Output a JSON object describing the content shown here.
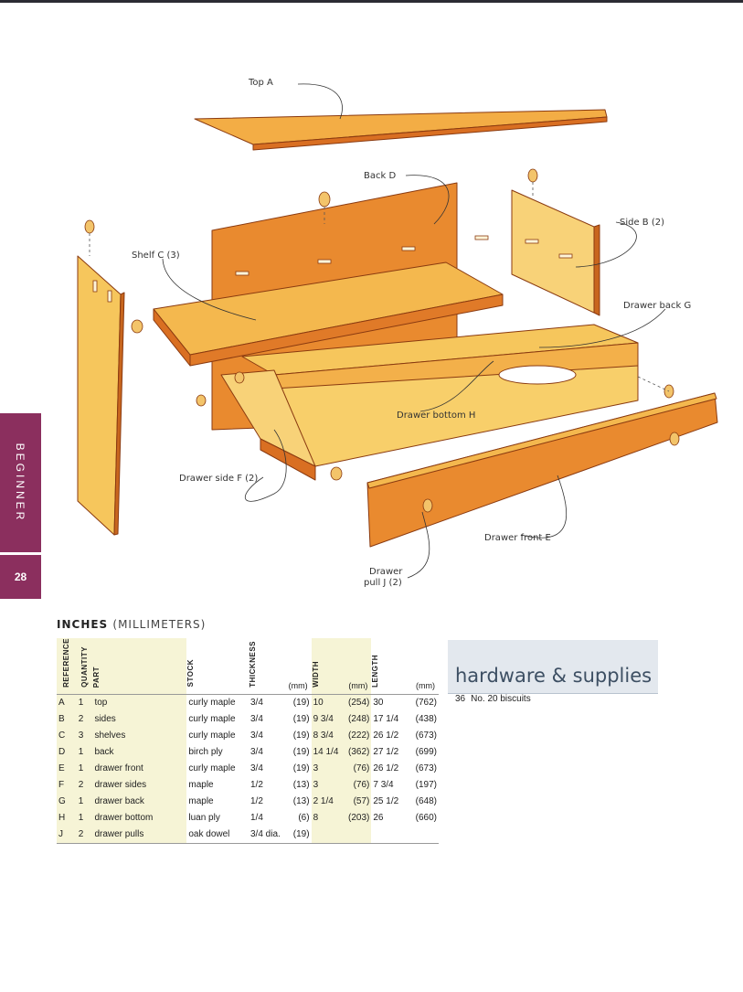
{
  "page": {
    "section_tab": "BEGINNER",
    "page_number": "28"
  },
  "diagram": {
    "labels": {
      "top": "Top A",
      "back": "Back D",
      "side": "Side B (2)",
      "shelf": "Shelf C (3)",
      "drawer_back": "Drawer back G",
      "drawer_bottom": "Drawer bottom H",
      "drawer_side": "Drawer side F (2)",
      "drawer_front": "Drawer front E",
      "drawer_pull_1": "Drawer",
      "drawer_pull_2": "pull J (2)"
    },
    "colors": {
      "panel_light": "#f7c85c",
      "panel_mid": "#f0a23a",
      "panel_dark": "#e07a28",
      "edge": "#8a3a10"
    }
  },
  "cutlist": {
    "heading_bold": "INCHES",
    "heading_light": "(MILLIMETERS)",
    "columns": {
      "reference": "REFERENCE",
      "quantity": "QUANTITY",
      "part": "PART",
      "stock": "STOCK",
      "thickness": "THICKNESS",
      "width": "WIDTH",
      "length": "LENGTH",
      "mm": "(mm)"
    },
    "rows": [
      {
        "ref": "A",
        "qty": "1",
        "part": "top",
        "stock": "curly maple",
        "thk": "3/4",
        "thk_mm": "(19)",
        "wid": "10",
        "wid_mm": "(254)",
        "len": "30",
        "len_mm": "(762)"
      },
      {
        "ref": "B",
        "qty": "2",
        "part": "sides",
        "stock": "curly maple",
        "thk": "3/4",
        "thk_mm": "(19)",
        "wid": "9 3/4",
        "wid_mm": "(248)",
        "len": "17 1/4",
        "len_mm": "(438)"
      },
      {
        "ref": "C",
        "qty": "3",
        "part": "shelves",
        "stock": "curly maple",
        "thk": "3/4",
        "thk_mm": "(19)",
        "wid": "8 3/4",
        "wid_mm": "(222)",
        "len": "26 1/2",
        "len_mm": "(673)"
      },
      {
        "ref": "D",
        "qty": "1",
        "part": "back",
        "stock": "birch ply",
        "thk": "3/4",
        "thk_mm": "(19)",
        "wid": "14 1/4",
        "wid_mm": "(362)",
        "len": "27 1/2",
        "len_mm": "(699)"
      },
      {
        "ref": "E",
        "qty": "1",
        "part": "drawer front",
        "stock": "curly maple",
        "thk": "3/4",
        "thk_mm": "(19)",
        "wid": "3",
        "wid_mm": "(76)",
        "len": "26 1/2",
        "len_mm": "(673)"
      },
      {
        "ref": "F",
        "qty": "2",
        "part": "drawer sides",
        "stock": "maple",
        "thk": "1/2",
        "thk_mm": "(13)",
        "wid": "3",
        "wid_mm": "(76)",
        "len": "7 3/4",
        "len_mm": "(197)"
      },
      {
        "ref": "G",
        "qty": "1",
        "part": "drawer back",
        "stock": "maple",
        "thk": "1/2",
        "thk_mm": "(13)",
        "wid": "2 1/4",
        "wid_mm": "(57)",
        "len": "25 1/2",
        "len_mm": "(648)"
      },
      {
        "ref": "H",
        "qty": "1",
        "part": "drawer bottom",
        "stock": "luan ply",
        "thk": "1/4",
        "thk_mm": "(6)",
        "wid": "8",
        "wid_mm": "(203)",
        "len": "26",
        "len_mm": "(660)"
      },
      {
        "ref": "J",
        "qty": "2",
        "part": "drawer pulls",
        "stock": "oak dowel",
        "thk": "3/4 dia.",
        "thk_mm": "(19)",
        "wid": "",
        "wid_mm": "",
        "len": "",
        "len_mm": ""
      }
    ]
  },
  "hardware": {
    "title": "hardware & supplies",
    "items": [
      {
        "qty": "36",
        "name": "No. 20 biscuits"
      }
    ]
  }
}
